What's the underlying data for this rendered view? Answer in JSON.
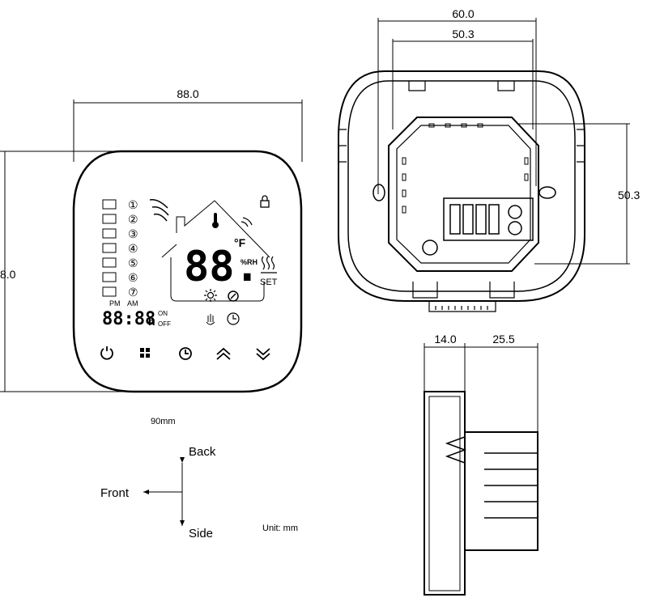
{
  "front_view": {
    "width_dim": "88.0",
    "height_dim": "8.0",
    "caption": "90mm",
    "display": {
      "program_numbers": [
        "①",
        "②",
        "③",
        "④",
        "⑤",
        "⑥",
        "⑦"
      ],
      "temp_digits": "88.",
      "temp_unit": "°F",
      "humidity_unit": "%RH",
      "set_label": "SET",
      "pm_label": "PM",
      "am_label": "AM",
      "clock_digits": "88:88",
      "hour_suffix": "h",
      "on_label": "ON",
      "off_label": "OFF"
    }
  },
  "back_view": {
    "outer_width_dim": "60.0",
    "inner_width_dim": "50.3",
    "height_dim": "50.3"
  },
  "side_view": {
    "front_depth_dim": "14.0",
    "back_depth_dim": "25.5"
  },
  "legend": {
    "back": "Back",
    "front": "Front",
    "side": "Side",
    "unit": "Unit: mm"
  },
  "colors": {
    "line": "#000000",
    "background": "#ffffff"
  }
}
